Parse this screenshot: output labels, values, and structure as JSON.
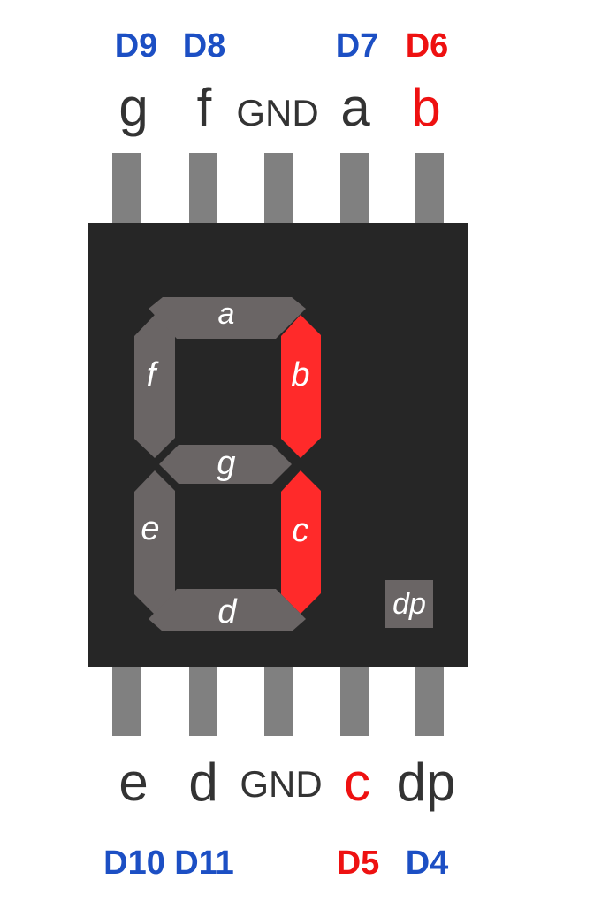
{
  "colors": {
    "body": "#262626",
    "pin": "#808080",
    "segment_off": "#6a6565",
    "segment_on": "#ff2a2a",
    "dp": "#6a6565",
    "label_dark": "#333333",
    "label_active": "#ee1111",
    "arduino_blue": "#1c4fc4",
    "arduino_red": "#ee1111"
  },
  "top_pins": [
    {
      "label": "g",
      "arduino": "D9",
      "active": false,
      "pin_kind": "segment"
    },
    {
      "label": "f",
      "arduino": "D8",
      "active": false,
      "pin_kind": "segment"
    },
    {
      "label": "GND",
      "arduino": "",
      "active": false,
      "pin_kind": "ground"
    },
    {
      "label": "a",
      "arduino": "D7",
      "active": false,
      "pin_kind": "segment"
    },
    {
      "label": "b",
      "arduino": "D6",
      "active": true,
      "pin_kind": "segment"
    }
  ],
  "bottom_pins": [
    {
      "label": "e",
      "arduino": "D10",
      "active": false,
      "pin_kind": "segment"
    },
    {
      "label": "d",
      "arduino": "D11",
      "active": false,
      "pin_kind": "segment"
    },
    {
      "label": "GND",
      "arduino": "",
      "active": false,
      "pin_kind": "ground"
    },
    {
      "label": "c",
      "arduino": "D5",
      "active": true,
      "pin_kind": "segment"
    },
    {
      "label": "dp",
      "arduino": "D4",
      "active": false,
      "pin_kind": "segment"
    }
  ],
  "segments": {
    "a": {
      "label": "a",
      "on": false
    },
    "b": {
      "label": "b",
      "on": true
    },
    "c": {
      "label": "c",
      "on": true
    },
    "d": {
      "label": "d",
      "on": false
    },
    "e": {
      "label": "e",
      "on": false
    },
    "f": {
      "label": "f",
      "on": false
    },
    "g": {
      "label": "g",
      "on": false
    },
    "dp": {
      "label": "dp",
      "on": false
    }
  }
}
